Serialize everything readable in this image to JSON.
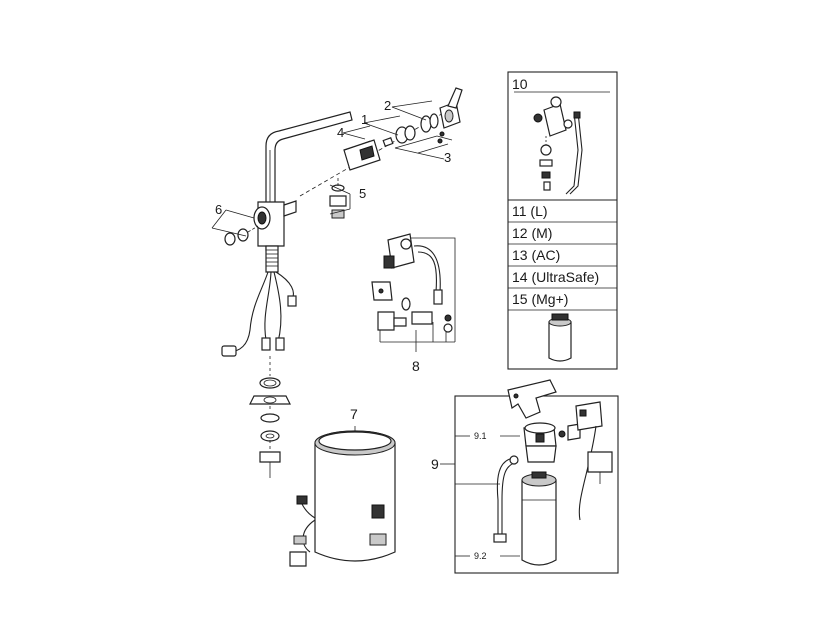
{
  "labels": {
    "part_1": "1",
    "part_2": "2",
    "part_3": "3",
    "part_4": "4",
    "part_5": "5",
    "part_6": "6",
    "part_7": "7",
    "part_8": "8",
    "part_9": "9",
    "part_9_1": "9.1",
    "part_9_2": "9.2"
  },
  "parts_table": {
    "header": "10",
    "rows": [
      "11 (L)",
      "12 (M)",
      "13 (AC)",
      "14 (UltraSafe)",
      "15 (Mg+)"
    ]
  }
}
